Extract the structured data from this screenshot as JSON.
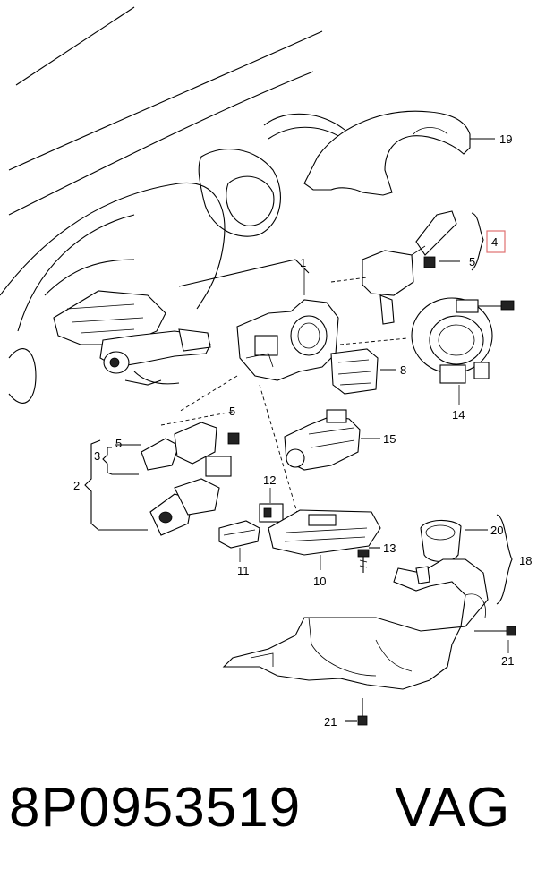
{
  "diagram": {
    "callouts": {
      "c1": "1",
      "c2": "2",
      "c3": "3",
      "c4": "4",
      "c5a": "5",
      "c5b": "5",
      "c5c": "5",
      "c8": "8",
      "c10": "10",
      "c11": "11",
      "c12": "12",
      "c13": "13",
      "c14": "14",
      "c15": "15",
      "c18": "18",
      "c19": "19",
      "c20": "20",
      "c21a": "21",
      "c21b": "21"
    },
    "highlight_color": "#e07070"
  },
  "footer": {
    "part_number": "8P0953519",
    "brand": "VAG"
  }
}
